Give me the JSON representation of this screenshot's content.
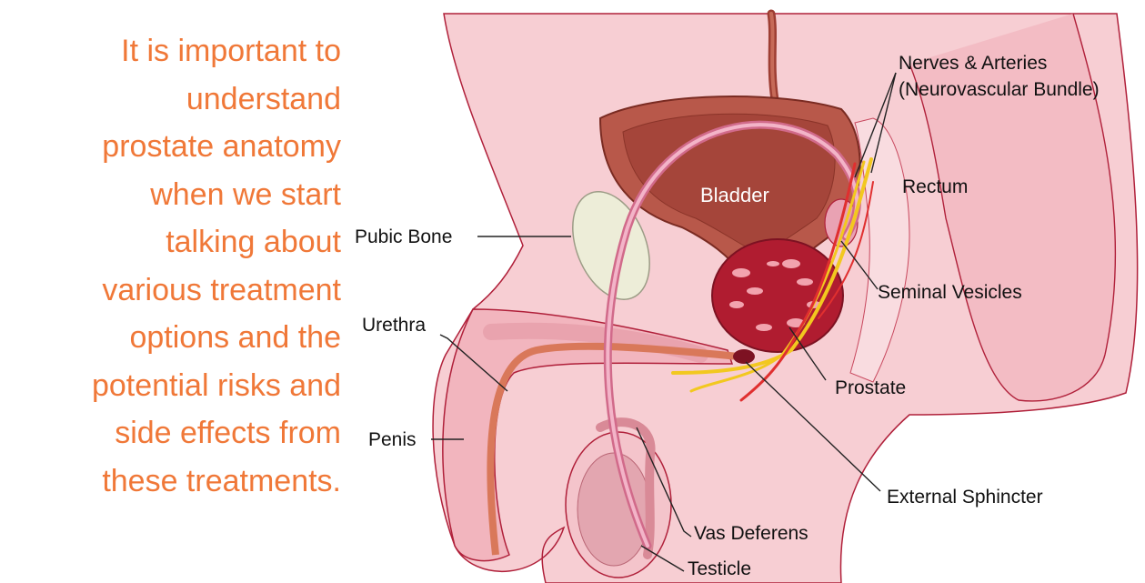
{
  "intro_text": {
    "lines": [
      "It is important to",
      "understand",
      "prostate anatomy",
      "when we start",
      "talking about",
      "various treatment",
      "options and the",
      "potential risks and",
      "side effects from",
      "these treatments."
    ],
    "color": "#F07838"
  },
  "diagram": {
    "labels": {
      "nerves_arteries": "Nerves & Arteries",
      "neurovascular_bundle": "(Neurovascular Bundle)",
      "rectum": "Rectum",
      "bladder": "Bladder",
      "pubic_bone": "Pubic Bone",
      "seminal_vesicles": "Seminal Vesicles",
      "urethra": "Urethra",
      "prostate": "Prostate",
      "penis": "Penis",
      "external_sphincter": "External Sphincter",
      "vas_deferens": "Vas Deferens",
      "testicle": "Testicle"
    },
    "colors": {
      "skin": "#F7CED3",
      "skin_outline": "#B0203A",
      "bladder": "#B8584A",
      "prostate": "#B01C30",
      "nerve": "#F2C81F",
      "artery": "#E02F2F",
      "urethra": "#D9785A",
      "bone": "#EDEDD8"
    }
  }
}
